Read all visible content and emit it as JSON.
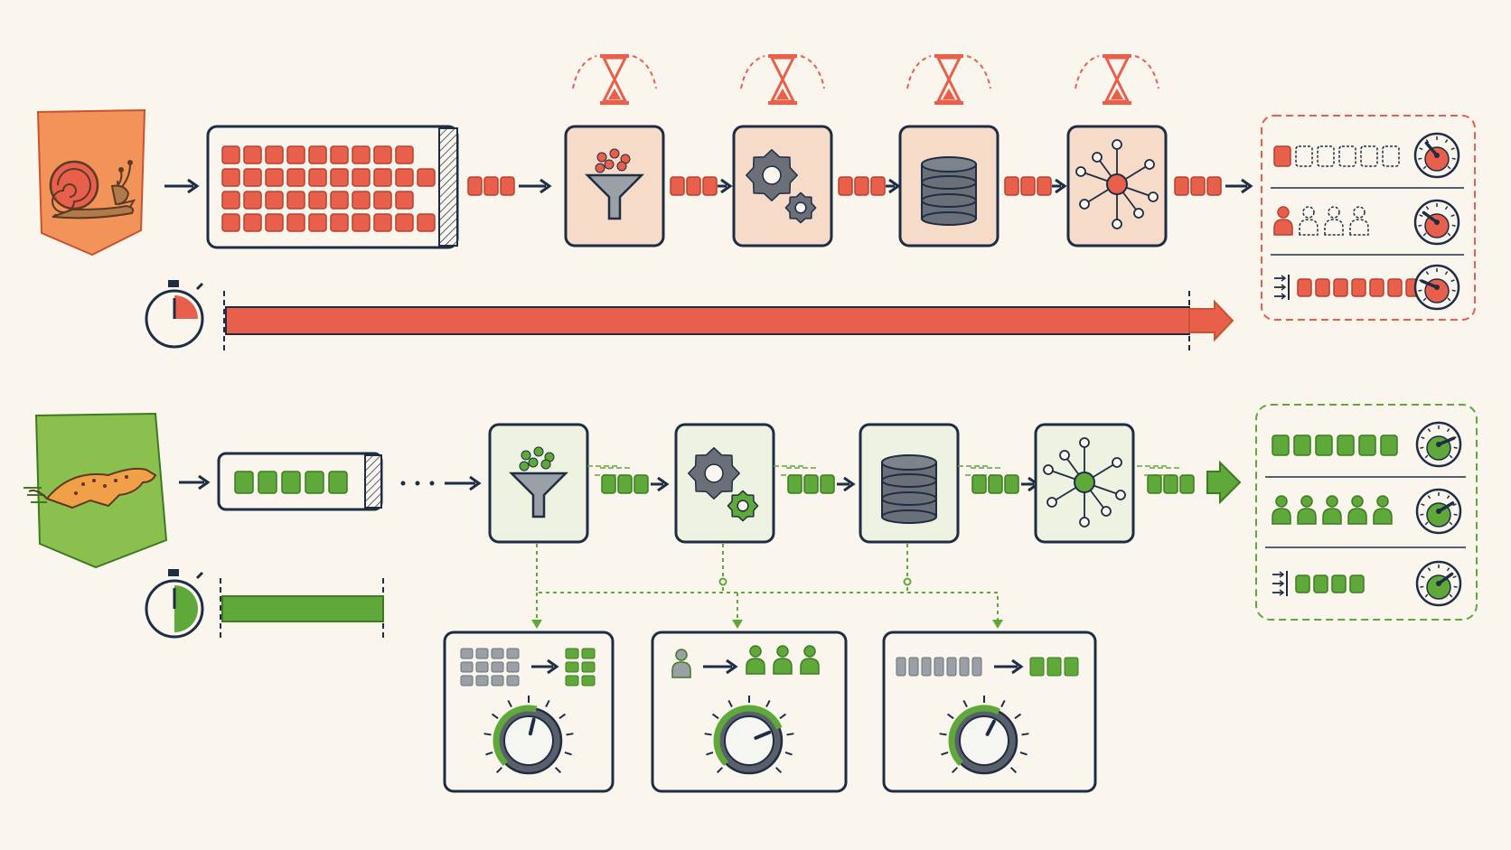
{
  "colors": {
    "background": "#faf6ee",
    "ink": "#1f2d44",
    "slow": "#e8604c",
    "slow_light": "#f6dcc8",
    "slow_badge": "#f2935a",
    "fast": "#5fa83a",
    "fast_dark": "#3d7a22",
    "fast_light": "#eef2e1",
    "gray": "#9aa0a6",
    "icon_gray": "#6b7078"
  },
  "slow_pipeline": {
    "badge_icon": "snail-icon",
    "queue_blocks": 38,
    "stages": [
      {
        "icon": "funnel-icon",
        "wait_icon": "hourglass-icon"
      },
      {
        "icon": "gears-icon",
        "wait_icon": "hourglass-icon"
      },
      {
        "icon": "database-icon",
        "wait_icon": "hourglass-icon"
      },
      {
        "icon": "network-icon",
        "wait_icon": "hourglass-icon"
      }
    ],
    "timer_fraction": 0.25,
    "metrics": [
      {
        "icon": "throughput-icon",
        "filled": 1,
        "total": 6,
        "gauge": 0.35
      },
      {
        "icon": "users-icon",
        "filled": 1,
        "total": 4,
        "gauge": 0.3
      },
      {
        "icon": "backlog-icon",
        "filled": 7,
        "total": 7,
        "gauge": 0.25
      }
    ]
  },
  "fast_pipeline": {
    "badge_icon": "cheetah-icon",
    "queue_blocks": 5,
    "stages": [
      {
        "icon": "funnel-icon"
      },
      {
        "icon": "gears-icon"
      },
      {
        "icon": "database-icon"
      },
      {
        "icon": "network-icon"
      }
    ],
    "timer_fraction": 0.5,
    "metrics": [
      {
        "icon": "throughput-icon",
        "filled": 6,
        "total": 6,
        "gauge": 0.75
      },
      {
        "icon": "users-icon",
        "filled": 5,
        "total": 5,
        "gauge": 0.72
      },
      {
        "icon": "backlog-icon",
        "filled": 4,
        "total": 4,
        "gauge": 0.7
      }
    ],
    "tuning_panels": [
      {
        "icon": "batch-resize-icon",
        "knob_level": 0.55
      },
      {
        "icon": "scale-workers-icon",
        "knob_level": 0.75
      },
      {
        "icon": "compress-queue-icon",
        "knob_level": 0.6
      }
    ]
  }
}
